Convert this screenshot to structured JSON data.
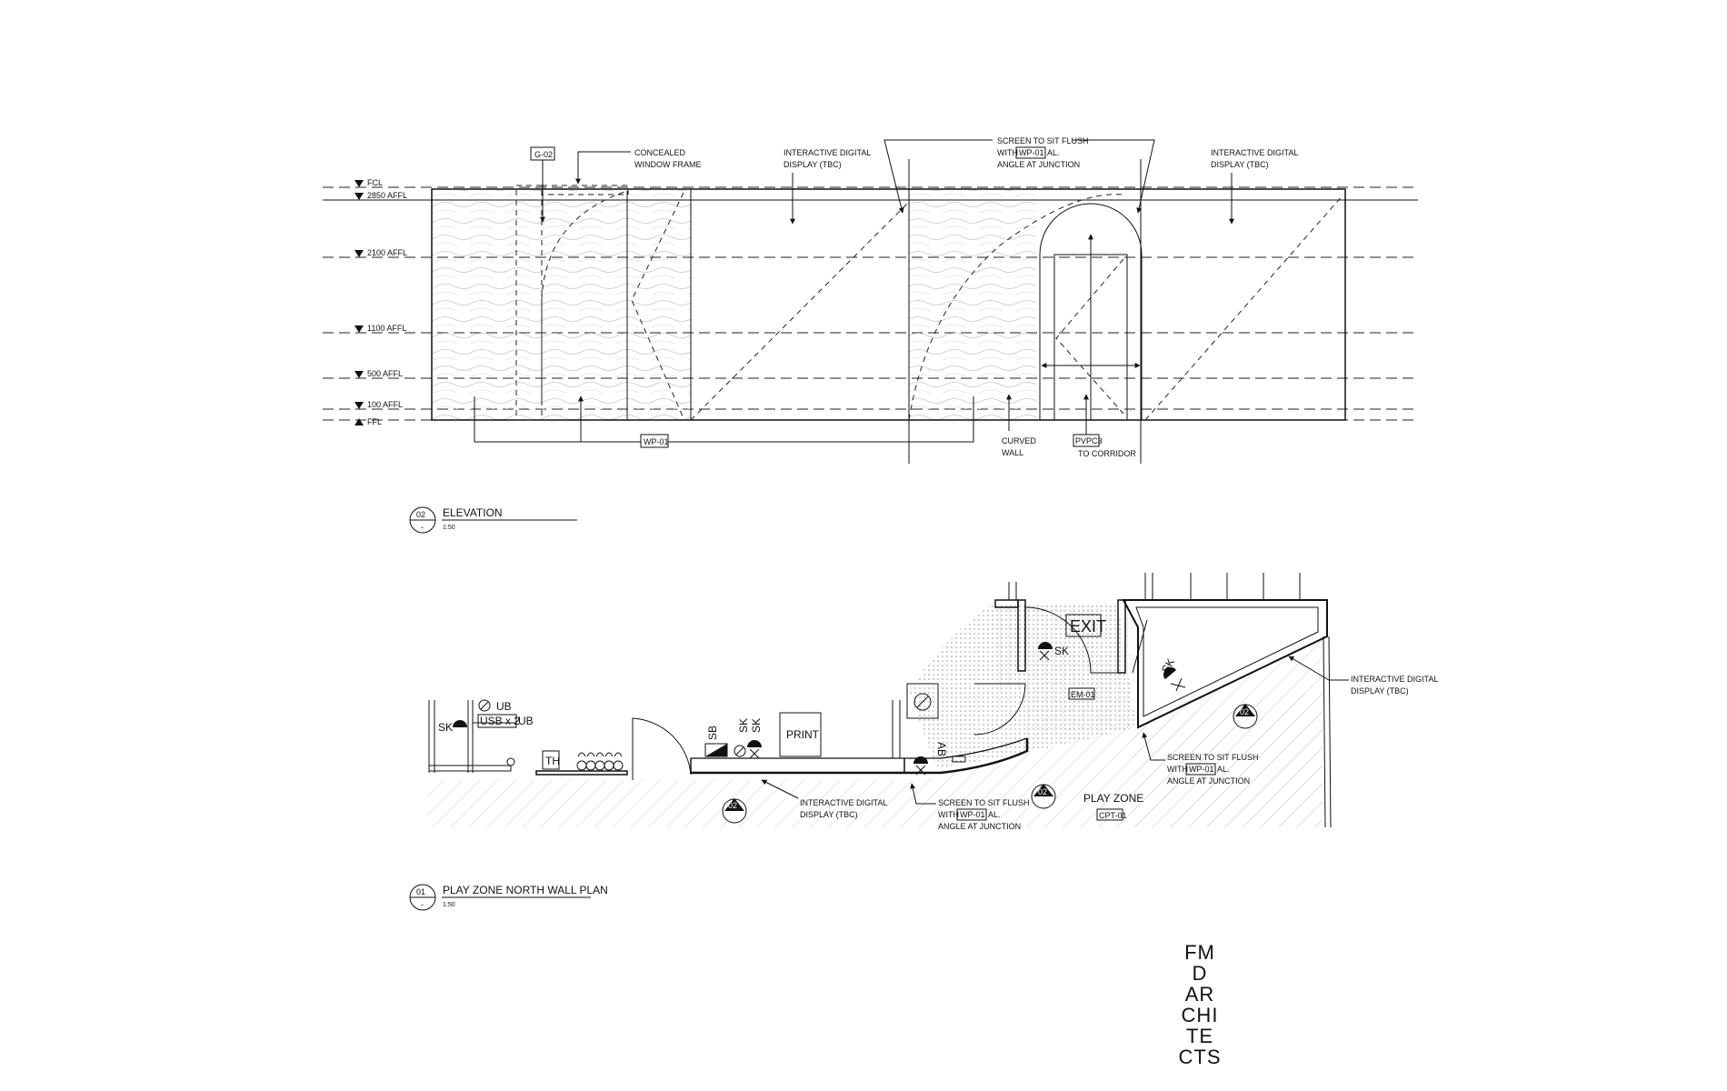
{
  "elevation": {
    "levels": [
      "FCL",
      "2850 AFFL",
      "2100 AFFL",
      "1100 AFFL",
      "500 AFFL",
      "100 AFFL",
      "FFL"
    ],
    "tags": {
      "g02": "G-02",
      "wp01": "WP-01",
      "pvpc3": "PVPC3"
    },
    "notes": {
      "concealed_1": "CONCEALED",
      "concealed_2": "WINDOW FRAME",
      "display_left_1": "INTERACTIVE DIGITAL",
      "display_left_2": "DISPLAY (TBC)",
      "screen_1": "SCREEN TO SIT FLUSH",
      "screen_2_pre": "WITH",
      "screen_2_tag": "WP-01",
      "screen_2_post": "AL.",
      "screen_3": "ANGLE AT JUNCTION",
      "display_right_1": "INTERACTIVE DIGITAL",
      "display_right_2": "DISPLAY (TBC)",
      "curved_1": "CURVED",
      "curved_2": "WALL",
      "corridor": "TO CORRIDOR"
    },
    "title": {
      "number": "02",
      "sheet": "-",
      "name": "ELEVATION",
      "scale": "1:50"
    }
  },
  "plan": {
    "labels": {
      "sk_left": "SK",
      "ub_top": "UB",
      "usb": "USB x 2",
      "ub_right": "UB",
      "th": "TH",
      "sb": "SB",
      "sk_a": "SK",
      "sk_b": "SK",
      "print": "PRINT",
      "ab": "AB",
      "exit": "EXIT",
      "sk_c": "SK",
      "sk_d": "SK",
      "em01": "EM-01",
      "play_zone": "PLAY ZONE",
      "cpt01": "CPT-01"
    },
    "section_marks": [
      "02",
      "02",
      "02"
    ],
    "notes": {
      "display_bottom_1": "INTERACTIVE DIGITAL",
      "display_bottom_2": "DISPLAY (TBC)",
      "screen_b1": "SCREEN TO SIT FLUSH",
      "screen_b2_pre": "WITH",
      "screen_b2_tag": "WP-01",
      "screen_b2_post": "AL.",
      "screen_b3": "ANGLE AT JUNCTION",
      "screen_r1": "SCREEN TO SIT FLUSH",
      "screen_r2_pre": "WITH",
      "screen_r2_tag": "WP-01",
      "screen_r2_post": "AL.",
      "screen_r3": "ANGLE AT JUNCTION",
      "display_r1": "INTERACTIVE DIGITAL",
      "display_r2": "DISPLAY (TBC)"
    },
    "title": {
      "number": "01",
      "sheet": "-",
      "name": "PLAY ZONE NORTH WALL PLAN",
      "scale": "1:50"
    }
  },
  "logo": [
    "FM",
    "D",
    "AR",
    "CHI",
    "TE",
    "CTS"
  ]
}
